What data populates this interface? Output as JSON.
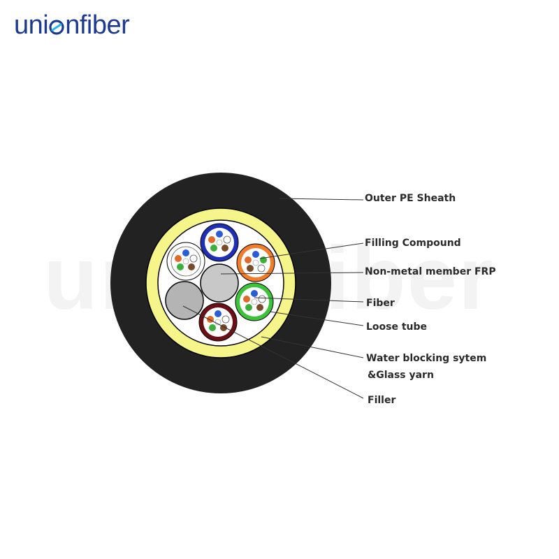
{
  "brand": {
    "logo_text_left": "uni",
    "logo_text_right": "nfiber",
    "watermark": "unionfiber",
    "logo_color": "#1e3a8f",
    "logo_accent": "#2bb5e6"
  },
  "callouts": [
    {
      "label": "Outer PE Sheath"
    },
    {
      "label": "Filling Compound"
    },
    {
      "label": "Non-metal member FRP"
    },
    {
      "label": "Fiber"
    },
    {
      "label": "Loose tube"
    },
    {
      "label": "Water blocking sytem"
    },
    {
      "label": "&Glass yarn"
    },
    {
      "label": "Filler"
    }
  ],
  "colors": {
    "sheath": "#222222",
    "yarn": "#f5f58a",
    "tube_blue": "#1e2fb5",
    "tube_orange": "#f07d2a",
    "tube_green": "#3ec23a",
    "tube_brown": "#6b0f17",
    "tube_white": "#ffffff",
    "frp": "#c8c8c8",
    "filler": "#b4b4b4"
  }
}
